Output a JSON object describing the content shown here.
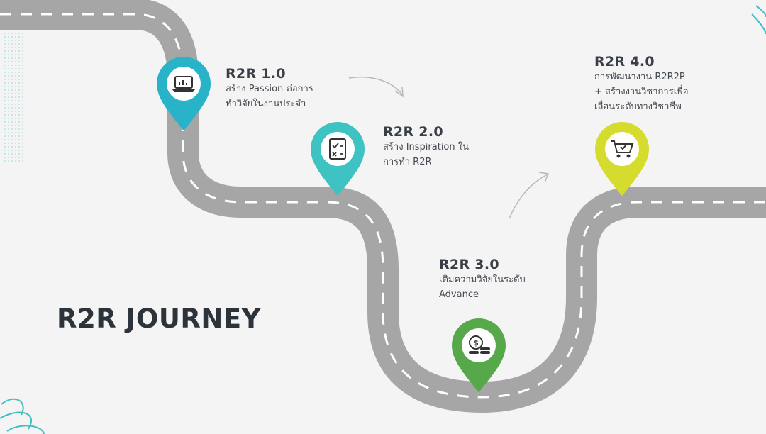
{
  "title": "R2R JOURNEY",
  "milestones": [
    {
      "label": "R2R 1.0",
      "lines": [
        "สร้าง Passion ต่อการ",
        "ทำวิจัยในงานประจำ"
      ],
      "icon": "laptop-chart-icon",
      "color": "#29b3c9"
    },
    {
      "label": "R2R 2.0",
      "lines": [
        "สร้าง Inspiration ใน",
        "การทำ R2R"
      ],
      "icon": "checklist-icon",
      "color": "#3fc2c2"
    },
    {
      "label": "R2R 3.0",
      "lines": [
        "เติมความวิจัยในระดับ",
        "Advance"
      ],
      "icon": "coins-dollar-icon",
      "color": "#56a84a"
    },
    {
      "label": "R2R 4.0",
      "lines": [
        "การพัฒนางาน R2R2P",
        "+ สร้างงานวิชาการเพื่อ",
        "เลื่อนระดับทางวิชาชีพ"
      ],
      "icon": "shopping-cart-icon",
      "color": "#d6dc2d"
    }
  ],
  "colors": {
    "road": "#a6a6a6",
    "road_marking": "#ffffff",
    "background": "#f4f4f4",
    "title": "#2d333b",
    "accent_teal": "#3dbfc2"
  }
}
